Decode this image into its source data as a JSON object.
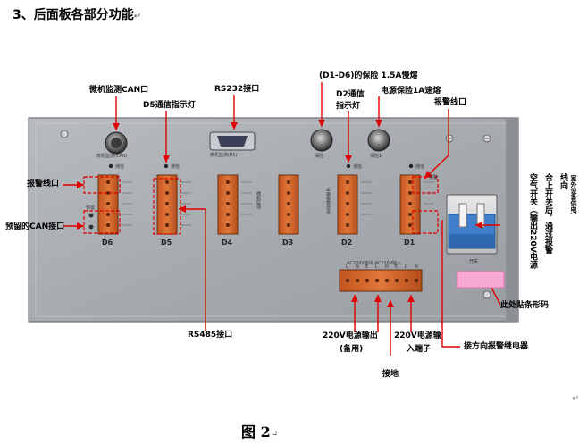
{
  "heading": "3、后面板各部分功能",
  "figure_caption": "图 2",
  "paragraph_mark": "↵",
  "panel": {
    "connector_names": [
      "D6",
      "D5",
      "D4",
      "D3",
      "D2",
      "D1"
    ],
    "chip_text": "通信",
    "mcu_can_port_text": "微机监测(CAN)",
    "rs232_port_text": "微机监测(RS)",
    "fuse_text": "保险",
    "fuse2_text": "保险1",
    "switch_text": "开关",
    "power_block_text": "AC220V输出  AC220V输入",
    "reserved_text": "预留",
    "alarm_text": "报警",
    "d2_vertical_text": "车辆报警信号",
    "d3_vertical_text": "微机监测",
    "power_terminals": [
      "L",
      "N",
      "E",
      "L",
      "N",
      "E",
      "L",
      "N"
    ]
  },
  "labels": {
    "mcu_can": "微机监测CAN口",
    "rs232": "RS232接口",
    "d5_comm_led": "D5通信指示灯",
    "fuse_d1d6": "(D1-D6)的保险 1.5A慢熔",
    "d2_comm_led_1": "D2通信",
    "d2_comm_led_2": "指示灯",
    "power_fuse": "电源保险1A速熔",
    "alarm_line_top": "报警线口",
    "alarm_line_left": "报警线口",
    "reserved_can": "预留的CAN接口",
    "rs485": "RS485接口",
    "power_out_1": "220V电源输出",
    "power_out_2": "(备用)",
    "power_in_1": "220V电源输",
    "power_in_2": "入端子",
    "ground": "接地",
    "relay": "接方向报警继电器",
    "barcode": "此处贴条形码",
    "air_switch_vertical": "空气开关（输出220V电源",
    "alarm_route_vertical": "合上开关后，通过报警",
    "line_route_vertical": "线向",
    "line_route_small": "室外设备供电）"
  }
}
